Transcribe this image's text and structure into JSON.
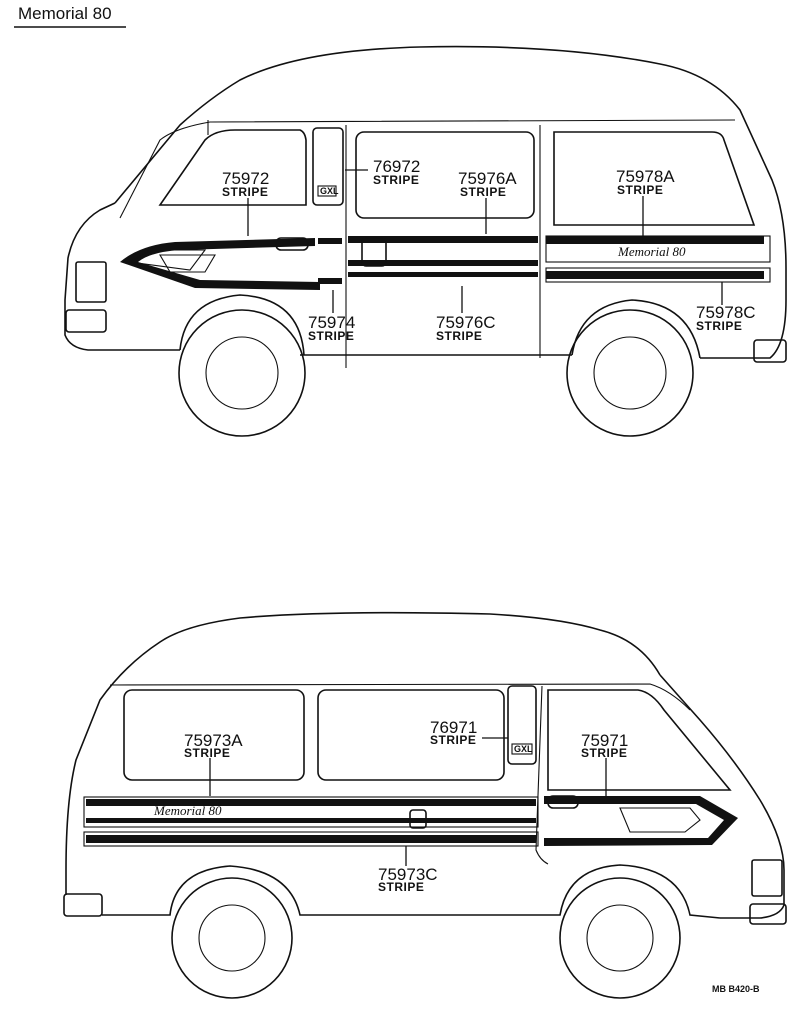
{
  "title": "Memorial 80",
  "footer_code": "MB  B420-B",
  "upper_view": {
    "emblem": "Memorial 80",
    "badge": "GXL",
    "callouts": [
      {
        "part": "75972",
        "name": "STRIPE"
      },
      {
        "part": "76972",
        "name": "STRIPE"
      },
      {
        "part": "75976A",
        "name": "STRIPE"
      },
      {
        "part": "75978A",
        "name": "STRIPE"
      },
      {
        "part": "75974",
        "name": "STRIPE"
      },
      {
        "part": "75976C",
        "name": "STRIPE"
      },
      {
        "part": "75978C",
        "name": "STRIPE"
      }
    ]
  },
  "lower_view": {
    "emblem": "Memorial 80",
    "badge": "GXL",
    "callouts": [
      {
        "part": "75973A",
        "name": "STRIPE"
      },
      {
        "part": "76971",
        "name": "STRIPE"
      },
      {
        "part": "75971",
        "name": "STRIPE"
      },
      {
        "part": "75973C",
        "name": "STRIPE"
      }
    ]
  }
}
